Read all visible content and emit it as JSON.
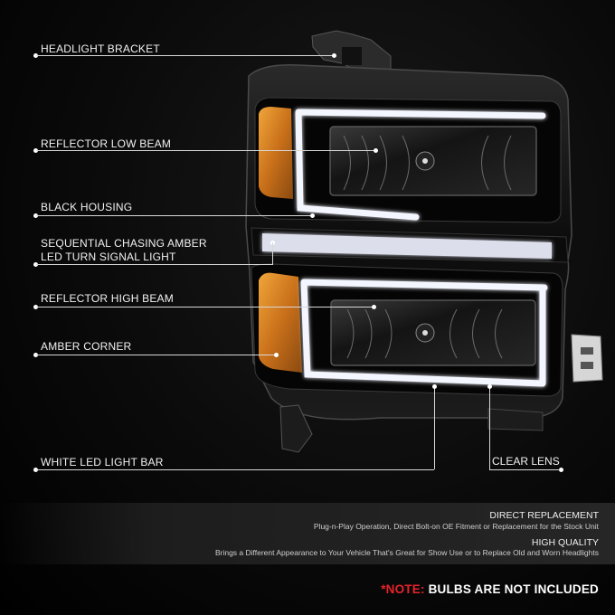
{
  "callouts": {
    "headlight_bracket": "HEADLIGHT BRACKET",
    "reflector_low_beam": "REFLECTOR LOW BEAM",
    "black_housing": "BLACK HOUSING",
    "turn_signal_line1": "SEQUENTIAL CHASING AMBER",
    "turn_signal_line2": "LED TURN SIGNAL LIGHT",
    "reflector_high_beam": "REFLECTOR HIGH BEAM",
    "amber_corner": "AMBER CORNER",
    "white_led_bar": "WHITE LED LIGHT BAR",
    "clear_lens": "CLEAR LENS"
  },
  "features": {
    "direct_replacement_title": "DIRECT REPLACEMENT",
    "direct_replacement_text": "Plug-n-Play Operation, Direct Bolt-on OE Fitment or Replacement for the Stock Unit",
    "high_quality_title": "HIGH QUALITY",
    "high_quality_text": "Brings a Different Appearance to Your Vehicle That's Great for Show Use or to Replace Old and Worn Headlights"
  },
  "note": {
    "prefix": "*NOTE:",
    "text": " BULBS ARE NOT INCLUDED"
  },
  "colors": {
    "amber": "#d98a1a",
    "note_red": "#e8232a",
    "led_white": "#f4f6ff"
  }
}
